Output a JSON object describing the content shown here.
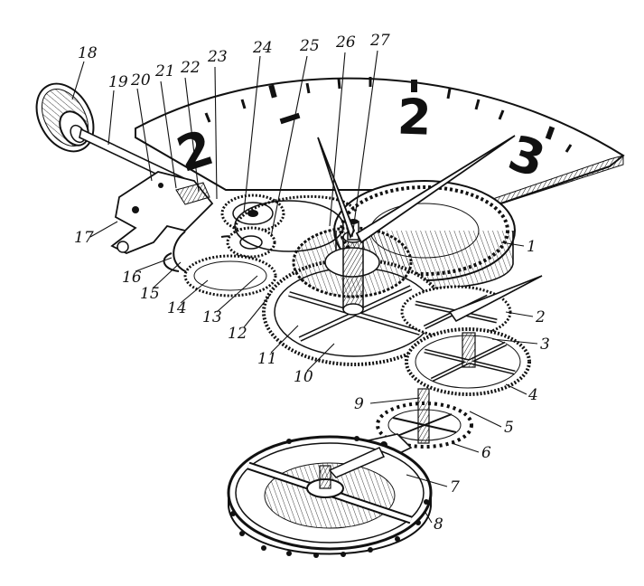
{
  "dial": {
    "numerals": [
      "2",
      "2",
      "3"
    ]
  },
  "callouts": {
    "c1": "1",
    "c2": "2",
    "c3": "3",
    "c4": "4",
    "c5": "5",
    "c6": "6",
    "c7": "7",
    "c8": "8",
    "c9": "9",
    "c10": "10",
    "c11": "11",
    "c12": "12",
    "c13": "13",
    "c14": "14",
    "c15": "15",
    "c16": "16",
    "c17": "17",
    "c18": "18",
    "c19": "19",
    "c20": "20",
    "c21": "21",
    "c22": "22",
    "c23": "23",
    "c24": "24",
    "c25": "25",
    "c26": "26",
    "c27": "27"
  },
  "colors": {
    "ink": "#111111",
    "paper": "#ffffff"
  }
}
